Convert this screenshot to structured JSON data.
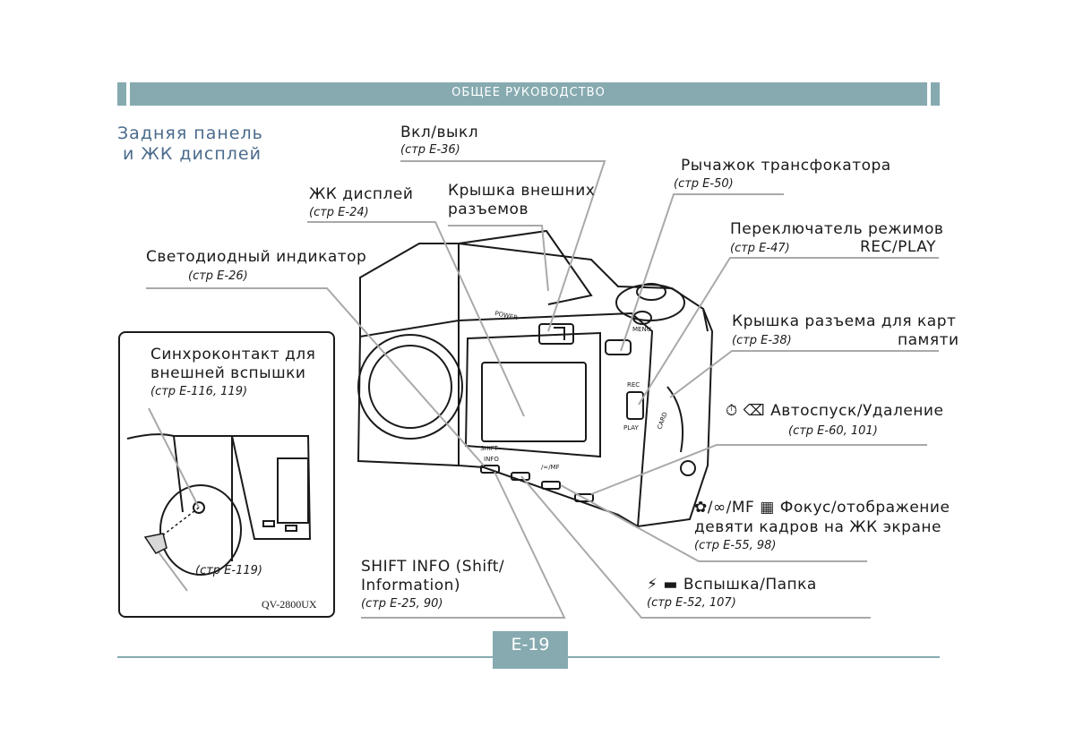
{
  "header": {
    "title": "ОБЩЕЕ РУКОВОДСТВО"
  },
  "section": {
    "line1": "Задняя панель",
    "line2": "и ЖК дисплей"
  },
  "labels": {
    "power": {
      "name": "Вкл/выкл",
      "ref": "(стр    E-36)"
    },
    "zoom": {
      "name": "Рычажок трансфокатора",
      "ref": "(стр    E-50)"
    },
    "lcd": {
      "name": "ЖК дисплей",
      "ref": "(стр    E-24)"
    },
    "ext_cover": {
      "name_line1": "Крышка внешних",
      "name_line2": "разъемов"
    },
    "mode": {
      "name": "Переключатель режимов",
      "ref": "(стр    E-47)",
      "suffix": "REC/PLAY"
    },
    "led": {
      "name": "Светодиодный индикатор",
      "ref": "(стр    E-26)"
    },
    "card": {
      "name": "Крышка разъема для карт",
      "ref": "(стр    E-38)",
      "suffix": "памяти"
    },
    "selftimer": {
      "name": "Автоспуск/Удаление",
      "ref": "(стр       E-60, 101)"
    },
    "focus": {
      "name_line1": "/∞/MF",
      "name_line1b": "Фокус/отображение",
      "name_line2": "девяти кадров на ЖК экране",
      "ref": "(стр       E-55, 98)"
    },
    "shift": {
      "name_line1": "SHIFT INFO (Shift/",
      "name_line2": "Information)",
      "ref": "(стр       E-25, 90)"
    },
    "flash": {
      "name": "Вспышка/Папка",
      "ref": "(стр      E-52, 107)"
    }
  },
  "inset": {
    "name_line1": "Синхроконтакт для",
    "name_line2": "внешней вспышки",
    "ref": "(стр       E-116, 119)",
    "ref2": "(стр E-119)",
    "model": "QV-2800UX"
  },
  "camera_marks": {
    "power": "POWER",
    "menu": "MENU",
    "rec": "REC",
    "play": "PLAY",
    "card": "CARD",
    "shift": "SHIFT",
    "info": "INFO",
    "mf": "/∞/MF"
  },
  "footer": {
    "page": "E-19"
  },
  "colors": {
    "accent": "#86aab0",
    "title": "#4a6b8c",
    "leader": "#a9a9a9"
  }
}
